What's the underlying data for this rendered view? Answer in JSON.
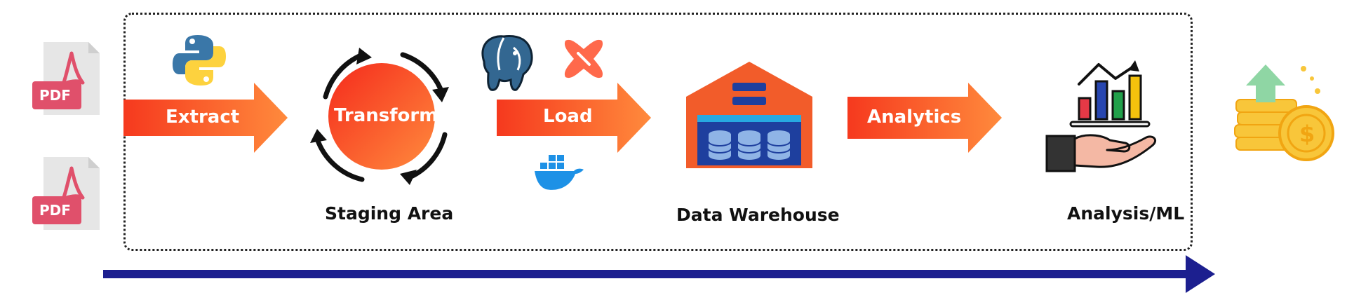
{
  "colors": {
    "arrow_start": "#f6391e",
    "arrow_end": "#ff8a3c",
    "navy_arrow": "#1c1f8f",
    "pdf_red": "#e0506b",
    "docker_blue": "#1d91e6",
    "postgres_blue": "#336791",
    "dbt_orange": "#ff694b",
    "warehouse_roof": "#f25c2a",
    "coin_yellow": "#f8c63a"
  },
  "sources": {
    "items": [
      {
        "badge": "PDF",
        "icon": "pdf-file-icon"
      },
      {
        "badge": "PDF",
        "icon": "pdf-file-icon"
      }
    ]
  },
  "steps": {
    "extract": "Extract",
    "transform": "Transform",
    "load": "Load",
    "analytics": "Analytics"
  },
  "labels": {
    "staging": "Staging Area",
    "warehouse": "Data Warehouse",
    "analysis": "Analysis/ML"
  },
  "tools": [
    "python-logo-icon",
    "postgresql-elephant-icon",
    "dbt-logo-icon",
    "docker-whale-icon"
  ],
  "outcome_icon": "money-growth-icon"
}
